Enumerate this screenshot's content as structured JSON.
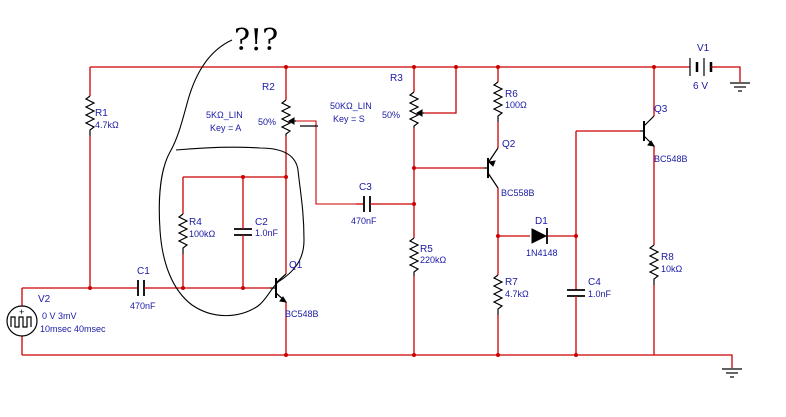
{
  "annotation": {
    "scribble": "?!?"
  },
  "components": {
    "V1": {
      "ref": "V1",
      "value": "6 V"
    },
    "V2": {
      "ref": "V2",
      "value_line1": "0 V 3mV",
      "value_line2": "10msec 40msec"
    },
    "R1": {
      "ref": "R1",
      "value": "4.7kΩ"
    },
    "R2": {
      "ref": "R2",
      "value": "5KΩ_LIN",
      "key": "Key = A",
      "wiper": "50%"
    },
    "R3": {
      "ref": "R3",
      "value": "50KΩ_LIN",
      "key": "Key = S",
      "wiper": "50%"
    },
    "R4": {
      "ref": "R4",
      "value": "100kΩ"
    },
    "R5": {
      "ref": "R5",
      "value": "220kΩ"
    },
    "R6": {
      "ref": "R6",
      "value": "100Ω"
    },
    "R7": {
      "ref": "R7",
      "value": "4.7kΩ"
    },
    "R8": {
      "ref": "R8",
      "value": "10kΩ"
    },
    "C1": {
      "ref": "C1",
      "value": "470nF"
    },
    "C2": {
      "ref": "C2",
      "value": "1.0nF"
    },
    "C3": {
      "ref": "C3",
      "value": "470nF"
    },
    "C4": {
      "ref": "C4",
      "value": "1.0nF"
    },
    "D1": {
      "ref": "D1",
      "value": "1N4148"
    },
    "Q1": {
      "ref": "Q1",
      "value": "BC548B"
    },
    "Q2": {
      "ref": "Q2",
      "value": "BC558B"
    },
    "Q3": {
      "ref": "Q3",
      "value": "BC548B"
    }
  },
  "colors": {
    "wire": "#cc0000",
    "label": "#1a1aa6",
    "symbol": "#000000"
  }
}
